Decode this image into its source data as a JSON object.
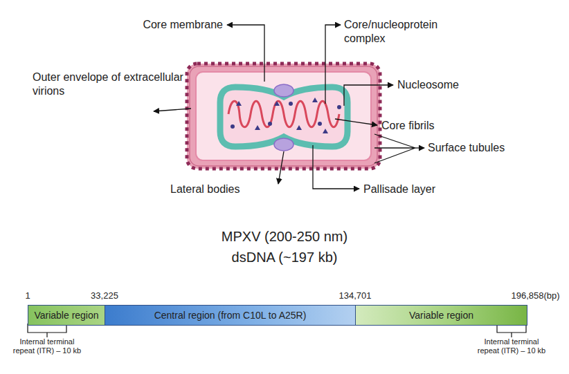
{
  "diagram": {
    "nodes": [
      {
        "text": [
          "Variable region"
        ]
      },
      {
        "text": [
          "Central region (from C10L to A25R)"
        ]
      },
      {
        "text": [
          "Variable region"
        ]
      }
    ],
    "labels": [
      "Core membrane",
      "Core/nucleoprotein complex",
      "Outer envelope of extracellular virions",
      "Nucleosome",
      "Core fibrils",
      "Surface tubules",
      "Lateral bodies",
      "Pallisade layer",
      "MPXV (200-250 nm)",
      "dsDNA (~197 kb)",
      "1",
      "33,225",
      "134,701",
      "196,858",
      "(bp)",
      "Internal terminal repeat (ITR) – 10 kb",
      "Internal terminal repeat (ITR) – 10 kb"
    ]
  }
}
